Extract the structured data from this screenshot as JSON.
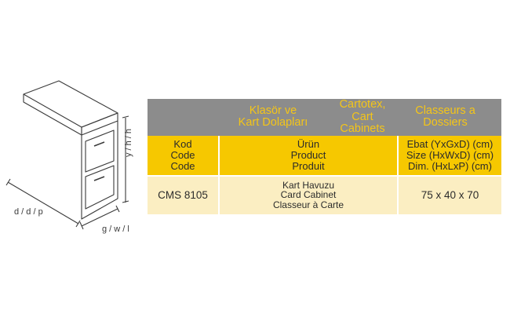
{
  "dimensions": {
    "depth_label": "d / d / p",
    "width_label": "g / w / l",
    "height_label": "y / h / h"
  },
  "table": {
    "header": {
      "col1": [
        "Klasör ve",
        "Kart Dolapları"
      ],
      "col2": [
        "Cartotex, Cart",
        "Cabinets"
      ],
      "col3": [
        "Classeurs a",
        "Dossiers"
      ]
    },
    "subheader": {
      "code": [
        "Kod",
        "Code",
        "Code"
      ],
      "product": [
        "Ürün",
        "Product",
        "Produit"
      ],
      "size": [
        "Ebat (YxGxD) (cm)",
        "Size (HxWxD) (cm)",
        "Dim. (HxLxP) (cm)"
      ]
    },
    "rows": [
      {
        "code": "CMS 8105",
        "product": [
          "Kart Havuzu",
          "Card Cabinet",
          "Classeur  à Carte"
        ],
        "size": "75 x 40 x 70"
      }
    ]
  }
}
